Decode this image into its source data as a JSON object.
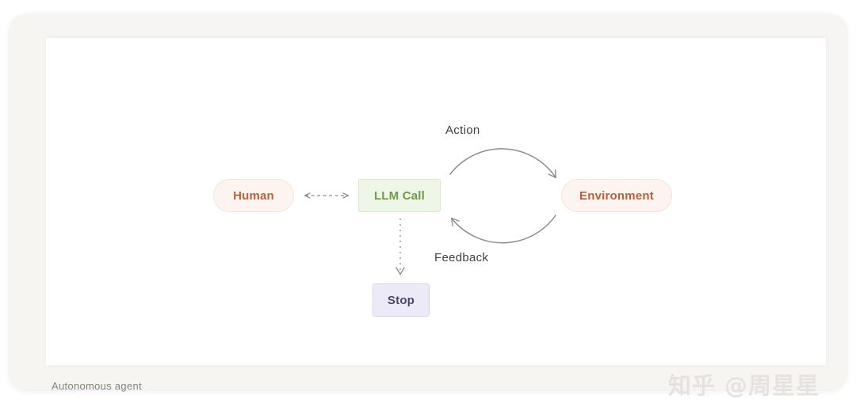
{
  "card": {
    "caption": "Autonomous agent",
    "watermark": "知乎 @周星星"
  },
  "diagram": {
    "title": "Autonomous agent",
    "nodes": [
      {
        "id": "human",
        "label": "Human",
        "shape": "pill",
        "fill": "#fdf4f0",
        "border": "#f3e3da",
        "text_color": "#b5623c"
      },
      {
        "id": "llm_call",
        "label": "LLM Call",
        "shape": "rectangle",
        "fill": "#eef6e7",
        "border": "#d8e8c8",
        "text_color": "#6f9b44"
      },
      {
        "id": "environment",
        "label": "Environment",
        "shape": "pill",
        "fill": "#fdf4f0",
        "border": "#f3e3da",
        "text_color": "#b5623c"
      },
      {
        "id": "stop",
        "label": "Stop",
        "shape": "rectangle",
        "fill": "#eceaf6",
        "border": "#d6d3ea",
        "text_color": "#4a4668"
      }
    ],
    "edges": [
      {
        "id": "human_llm",
        "from": "human",
        "to": "llm_call",
        "label": "",
        "style": "dashed",
        "arrows": "both"
      },
      {
        "id": "action",
        "from": "llm_call",
        "to": "environment",
        "label": "Action",
        "style": "curved-solid",
        "arrows": "forward"
      },
      {
        "id": "feedback",
        "from": "environment",
        "to": "llm_call",
        "label": "Feedback",
        "style": "curved-solid",
        "arrows": "forward"
      },
      {
        "id": "llm_stop",
        "from": "llm_call",
        "to": "stop",
        "label": "",
        "style": "dotted",
        "arrows": "forward"
      }
    ],
    "stroke_color": "#8c8c8c",
    "label_color": "#3f3f46"
  }
}
